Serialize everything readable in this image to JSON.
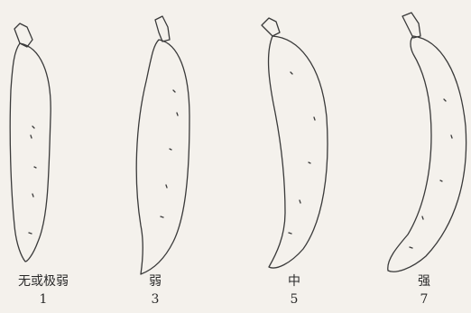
{
  "figures": [
    {
      "label": "无或极弱",
      "code": "1"
    },
    {
      "label": "弱",
      "code": "3"
    },
    {
      "label": "中",
      "code": "5"
    },
    {
      "label": "强",
      "code": "7"
    }
  ],
  "colors": {
    "ink": "#3a3a3a",
    "background": "#f4f1ec"
  }
}
